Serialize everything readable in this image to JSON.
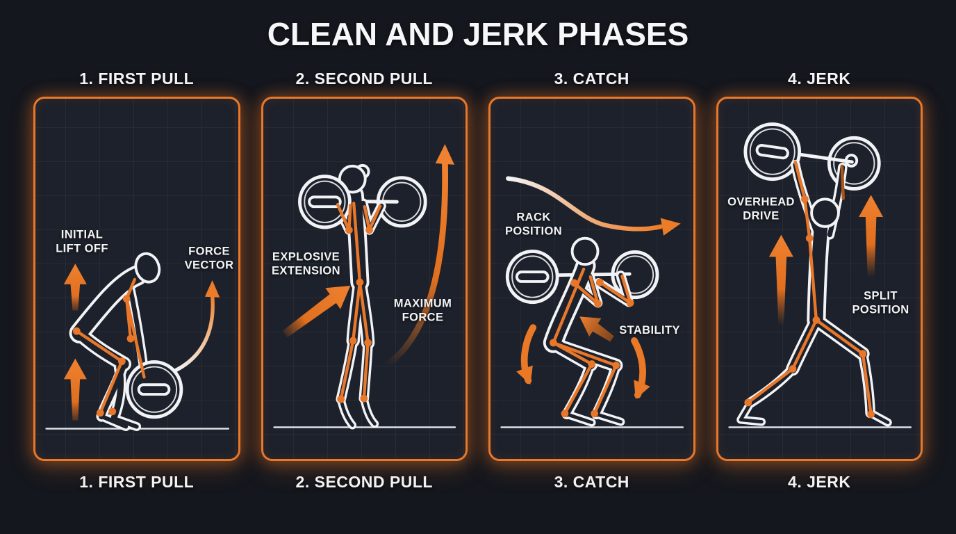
{
  "title": "CLEAN AND JERK PHASES",
  "colors": {
    "background": "#14171e",
    "panel_background": "#1d212b",
    "accent_orange": "#e8772a",
    "border_orange": "#e9782b",
    "line_white": "#f1f3f6"
  },
  "phases": [
    {
      "id": "first-pull",
      "caption": "1. FIRST PULL",
      "labels": {
        "primary": "INITIAL\nLIFT OFF",
        "secondary": "FORCE\nVECTOR"
      },
      "arrows": [
        "upward-lift-arrows",
        "curved-force-vector-arrow"
      ]
    },
    {
      "id": "second-pull",
      "caption": "2. SECOND PULL",
      "labels": {
        "primary": "EXPLOSIVE\nEXTENSION",
        "secondary": "MAXIMUM\nFORCE"
      },
      "arrows": [
        "diagonal-extension-arrow",
        "curved-bar-path-arrow"
      ]
    },
    {
      "id": "catch",
      "caption": "3. CATCH",
      "labels": {
        "primary": "RACK\nPOSITION",
        "secondary": "STABILITY"
      },
      "arrows": [
        "bar-path-s-curve-arrow",
        "downward-drop-arrows",
        "stability-arrow"
      ]
    },
    {
      "id": "jerk",
      "caption": "4. JERK",
      "labels": {
        "primary": "OVERHEAD\nDRIVE",
        "secondary": "SPLIT\nPOSITION"
      },
      "arrows": [
        "upward-drive-arrows"
      ]
    }
  ]
}
